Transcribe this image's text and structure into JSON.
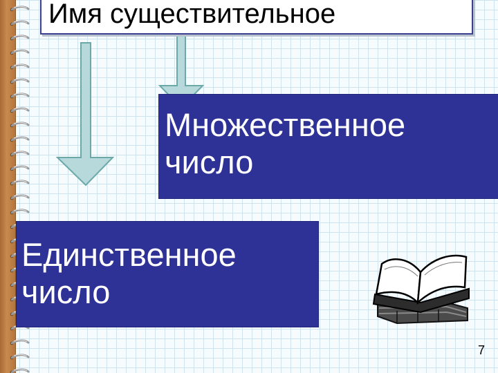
{
  "title": "Имя существительное",
  "plural_label": "Множественное\nчисло",
  "singular_label": "Единственное\nчисло",
  "page_number": "7",
  "icons": {
    "book": "open-book-icon"
  },
  "colors": {
    "box_fill": "#2e3296",
    "box_text": "#ffffff",
    "arrow_fill": "#b7d9dc",
    "arrow_stroke": "#6aa9a8",
    "grid_line": "#cfe3ef",
    "binding": "#b3753c"
  }
}
